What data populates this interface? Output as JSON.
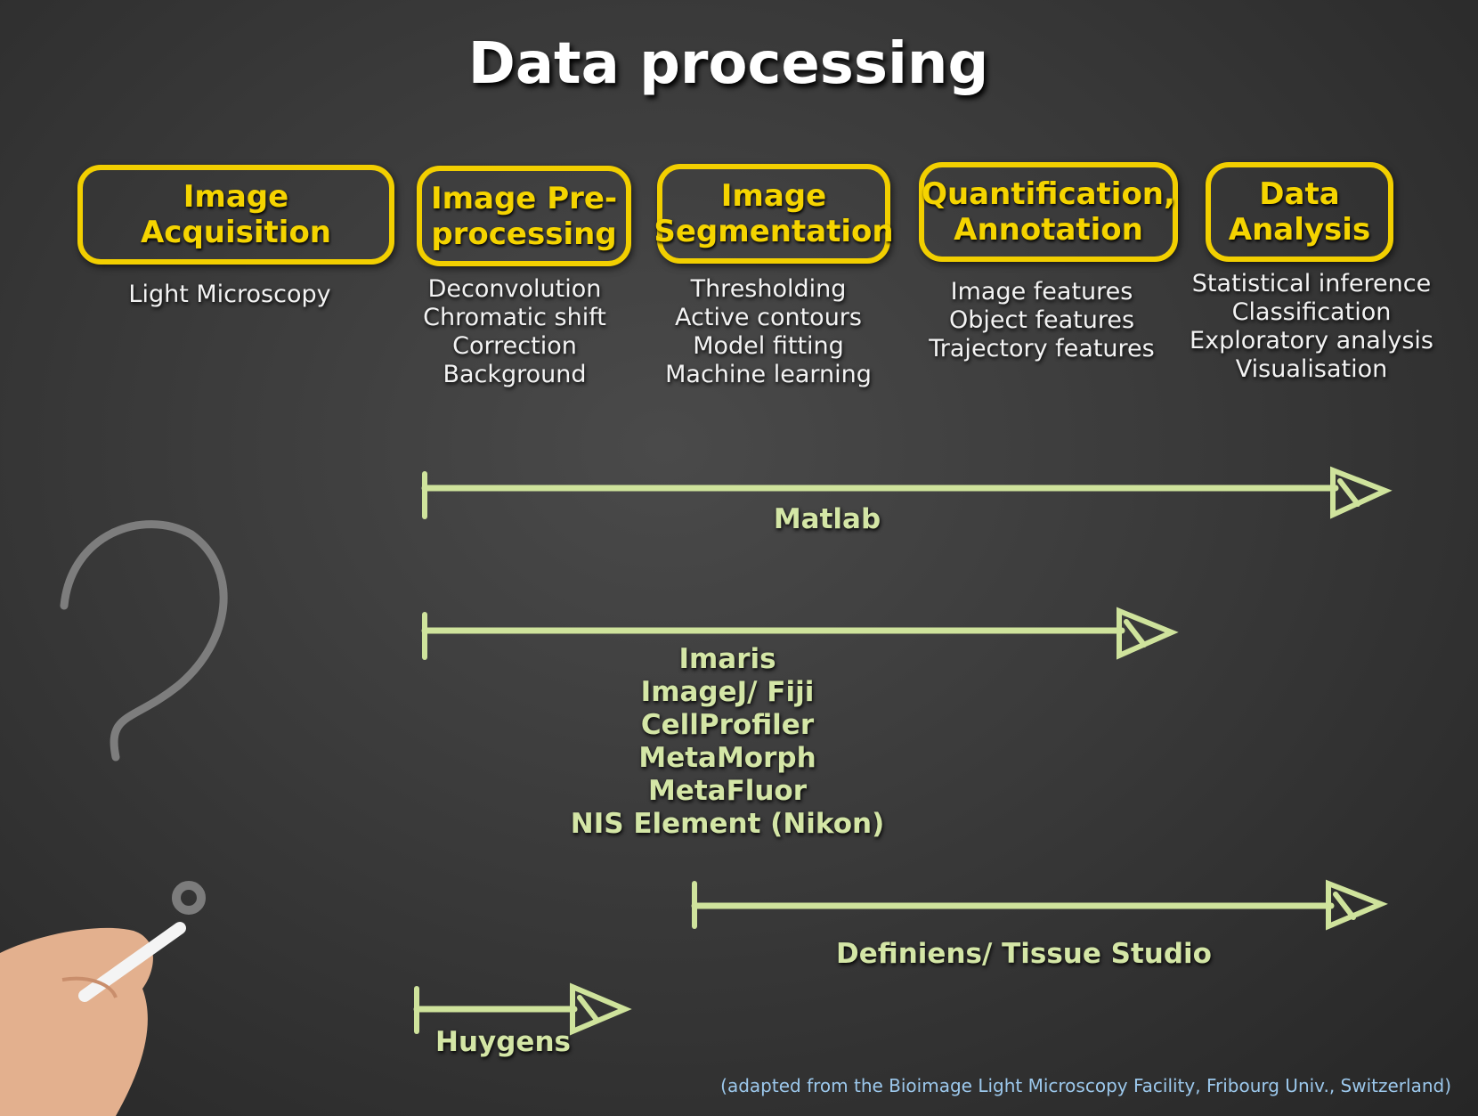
{
  "title": "Data processing",
  "stages": [
    {
      "label_lines": [
        "Image Acquisition"
      ],
      "items": [
        "Light Microscopy"
      ]
    },
    {
      "label_lines": [
        "Image Pre-",
        "processing"
      ],
      "items": [
        "Deconvolution",
        "Chromatic shift",
        "Correction",
        "Background"
      ]
    },
    {
      "label_lines": [
        "Image",
        "Segmentation"
      ],
      "items": [
        "Thresholding",
        "Active contours",
        "Model fitting",
        "Machine learning"
      ]
    },
    {
      "label_lines": [
        "Quantification,",
        "Annotation"
      ],
      "items": [
        "Image features",
        "Object features",
        "Trajectory features"
      ]
    },
    {
      "label_lines": [
        "Data",
        "Analysis"
      ],
      "items": [
        "Statistical inference",
        "Classification",
        "Exploratory analysis",
        "Visualisation"
      ]
    }
  ],
  "tools": [
    {
      "labels": [
        "Matlab"
      ],
      "from_stage": 2,
      "to_stage": 5
    },
    {
      "labels": [
        "Imaris",
        "ImageJ/ Fiji",
        "CellProfiler",
        "MetaMorph",
        "MetaFluor",
        "NIS Element (Nikon)"
      ],
      "from_stage": 2,
      "to_stage": 4
    },
    {
      "labels": [
        "Definiens/ Tissue Studio"
      ],
      "from_stage": 3,
      "to_stage": 5
    },
    {
      "labels": [
        "Huygens"
      ],
      "from_stage": 2,
      "to_stage": 2
    }
  ],
  "credit": "(adapted from the Bioimage Light Microscopy Facility, Fribourg Univ., Switzerland)",
  "colors": {
    "box": "#f2cf00",
    "arrow": "#cfe39c",
    "credit": "#9cc8ec",
    "text": "#f3f3f3"
  }
}
